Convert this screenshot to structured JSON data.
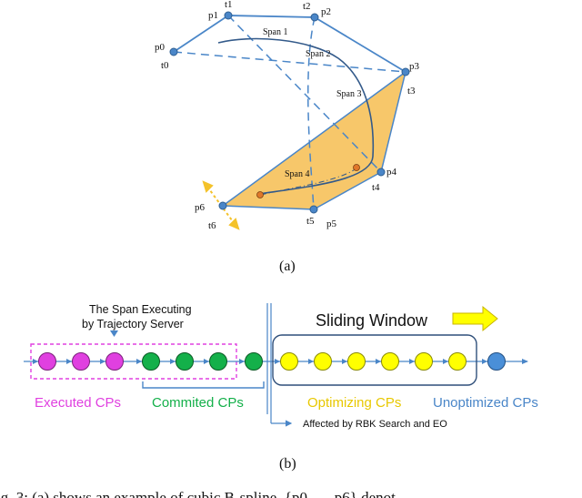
{
  "figure_a": {
    "label": "(a)",
    "control_points": [
      "p0",
      "p1",
      "p2",
      "p3",
      "p4",
      "p5",
      "p6"
    ],
    "knots": [
      "t0",
      "t1",
      "t2",
      "t3",
      "t4",
      "t5",
      "t6"
    ],
    "spans": [
      "Span 1",
      "Span 2",
      "Span 3",
      "Span 4"
    ]
  },
  "figure_b": {
    "label": "(b)",
    "executing_note_line1": "The Span Executing",
    "executing_note_line2": "by Trajectory Server",
    "sliding_window_title": "Sliding Window",
    "groups": {
      "executed": "Executed CPs",
      "committed": "Commited CPs",
      "optimizing": "Optimizing CPs",
      "unoptimized": "Unoptimized CPs"
    },
    "affected_note": "Affected by RBK Search and EO",
    "colors": {
      "executed": "#e040e0",
      "committed": "#14b04a",
      "optimizing": "#ffff00",
      "unoptimized": "#4a8fd8",
      "hull_fill": "#f7c76a",
      "control_polygon": "#4a86c8"
    }
  },
  "caption": "ig. 3: (a) shows an example of cubic B-spline. {p0, ..., p6} denot"
}
